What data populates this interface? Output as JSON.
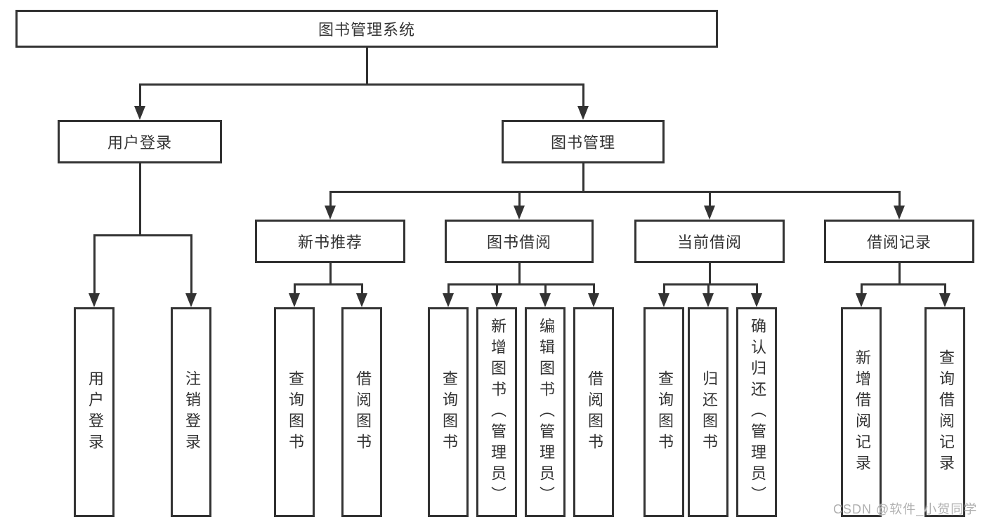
{
  "tree": {
    "root": {
      "label": "图书管理系统"
    },
    "branches": [
      {
        "label": "用户登录",
        "children": [
          {
            "label": "用户登录"
          },
          {
            "label": "注销登录"
          }
        ]
      },
      {
        "label": "图书管理",
        "children": [
          {
            "label": "新书推荐",
            "children": [
              {
                "label": "查询图书"
              },
              {
                "label": "借阅图书"
              }
            ]
          },
          {
            "label": "图书借阅",
            "children": [
              {
                "label": "查询图书"
              },
              {
                "label": "新增图书（管理员）"
              },
              {
                "label": "编辑图书（管理员）"
              },
              {
                "label": "借阅图书"
              }
            ]
          },
          {
            "label": "当前借阅",
            "children": [
              {
                "label": "查询图书"
              },
              {
                "label": "归还图书"
              },
              {
                "label": "确认归还（管理员）"
              }
            ]
          },
          {
            "label": "借阅记录",
            "children": [
              {
                "label": "新增借阅记录"
              },
              {
                "label": "查询借阅记录"
              }
            ]
          }
        ]
      }
    ]
  },
  "watermark": {
    "text": "CSDN @软件_小贺同学"
  },
  "colors": {
    "line": "#333333",
    "box_border": "#333333",
    "text": "#333333",
    "background": "#ffffff",
    "watermark": "#b0b0b0"
  }
}
